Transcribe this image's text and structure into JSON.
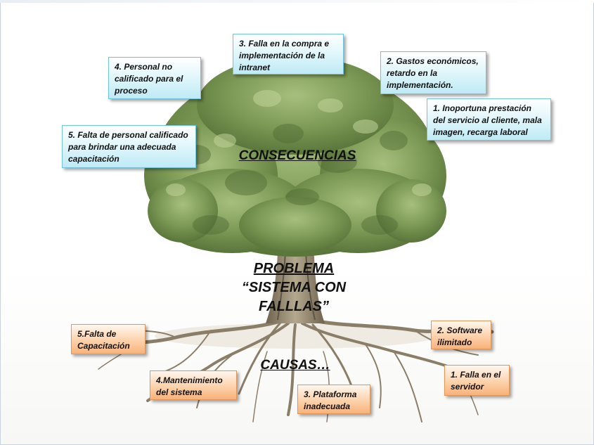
{
  "labels": {
    "consequences": "CONSECUENCIAS",
    "problem_title": "PROBLEMA",
    "problem_line1": "“SISTEMA CON",
    "problem_line2": "FALLLAS”",
    "causes": "CAUSAS…"
  },
  "consequences": [
    {
      "id": "1",
      "text": "1. Inoportuna prestación del servicio al cliente, mala imagen, recarga laboral"
    },
    {
      "id": "2",
      "text": "2. Gastos económicos, retardo en la implementación."
    },
    {
      "id": "3",
      "text": "3. Falla en la compra e implementación de la intranet"
    },
    {
      "id": "4",
      "text": "4. Personal no calificado para el proceso"
    },
    {
      "id": "5",
      "text": "5. Falta de personal calificado para brindar una adecuada capacitación"
    }
  ],
  "causes": [
    {
      "id": "1",
      "text": "1. Falla en el servidor"
    },
    {
      "id": "2",
      "text": "2. Software ilimitado"
    },
    {
      "id": "3",
      "text": "3. Plataforma inadecuada"
    },
    {
      "id": "4",
      "text": "4.Mantenimiento del sistema"
    },
    {
      "id": "5",
      "text": "5.Falta de Capacitación"
    }
  ],
  "colors": {
    "consequence_box": "#bfeaf5",
    "cause_box": "#f8b27a",
    "foliage": "#6f8f4a",
    "trunk": "#8a7a62"
  }
}
